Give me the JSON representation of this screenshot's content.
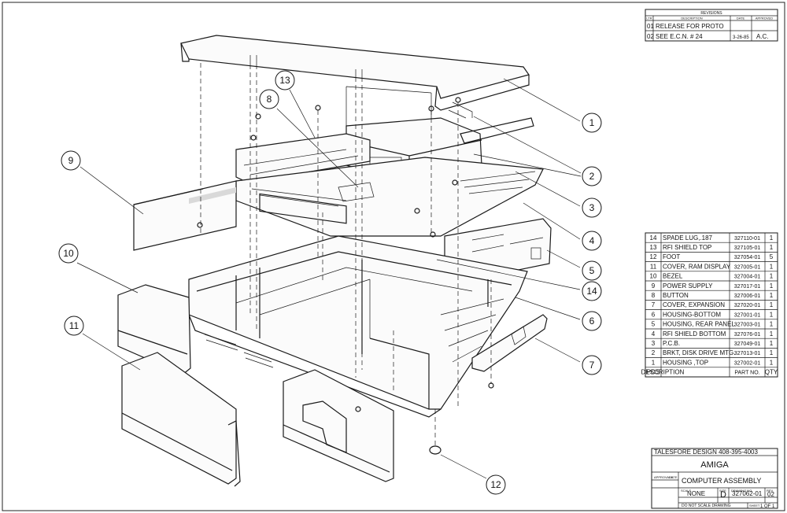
{
  "revisions": {
    "title": "REVISIONS",
    "headers": [
      "LTR",
      "DESCRIPTION",
      "DATE",
      "APPROVED"
    ],
    "rows": [
      [
        "01",
        "RELEASE FOR PROTO",
        "",
        ""
      ],
      [
        "02",
        "SEE E.C.N. # 24",
        "3-26-85",
        "A.C."
      ]
    ]
  },
  "callouts": [
    "1",
    "2",
    "3",
    "4",
    "5",
    "6",
    "7",
    "8",
    "9",
    "10",
    "11",
    "12",
    "13",
    "14"
  ],
  "parts_list": {
    "headers": [
      "POS",
      "DESCRIPTION",
      "PART NO.",
      "QTY"
    ],
    "rows": [
      [
        "14",
        "SPADE LUG,.187",
        "327110-01",
        "1"
      ],
      [
        "13",
        "RFI SHIELD TOP",
        "327105-01",
        "1"
      ],
      [
        "12",
        "FOOT",
        "327054-01",
        "5"
      ],
      [
        "11",
        "COVER, RAM DISPLAY",
        "327005-01",
        "1"
      ],
      [
        "10",
        "BEZEL",
        "327004-01",
        "1"
      ],
      [
        "9",
        "POWER SUPPLY",
        "327017-01",
        "1"
      ],
      [
        "8",
        "BUTTON",
        "327006-01",
        "1"
      ],
      [
        "7",
        "COVER, EXPANSION",
        "327020-01",
        "1"
      ],
      [
        "6",
        "HOUSING-BOTTOM",
        "327001-01",
        "1"
      ],
      [
        "5",
        "HOUSING, REAR PANEL",
        "327003-01",
        "1"
      ],
      [
        "4",
        "RFI SHIELD BOTTOM",
        "327076-01",
        "1"
      ],
      [
        "3",
        "P.C.B.",
        "327049-01",
        "1"
      ],
      [
        "2",
        "BRKT, DISK DRIVE MTG.",
        "327013-01",
        "1"
      ],
      [
        "1",
        "HOUSING ,TOP",
        "327002-01",
        "1"
      ]
    ]
  },
  "title_block": {
    "company": "TALESFORE DESIGN 408-395-4003",
    "product": "AMIGA",
    "title": "COMPUTER ASSEMBLY",
    "approvals_label": "APPROVALS",
    "date_label": "DATE",
    "scale_label": "SCALE",
    "scale": "NONE",
    "size_label": "SIZE",
    "size": "D",
    "drawing_no_label": "DRAWING NO.",
    "drawing_no": "327062-01",
    "rev_label": "REV",
    "rev": "02",
    "sheet_label": "SHEET",
    "sheet": "1 OF 1",
    "note": "DO NOT SCALE DRAWING"
  }
}
